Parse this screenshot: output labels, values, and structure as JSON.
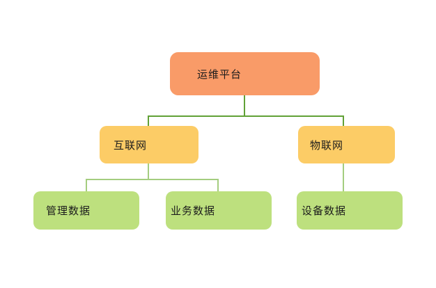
{
  "diagram": {
    "type": "tree",
    "nodes": [
      {
        "id": "platform",
        "label": "运维平台",
        "level": 1,
        "color": "#F99B68"
      },
      {
        "id": "internet",
        "label": "互联网",
        "level": 2,
        "color": "#FCCC66"
      },
      {
        "id": "iot",
        "label": "物联网",
        "level": 2,
        "color": "#FCCC66"
      },
      {
        "id": "mgmt",
        "label": "管理数据",
        "level": 3,
        "color": "#BDE07E"
      },
      {
        "id": "biz",
        "label": "业务数据",
        "level": 3,
        "color": "#BDE07E"
      },
      {
        "id": "device",
        "label": "设备数据",
        "level": 3,
        "color": "#BDE07E"
      }
    ],
    "edges": [
      {
        "from": "platform",
        "to": "internet"
      },
      {
        "from": "platform",
        "to": "iot"
      },
      {
        "from": "internet",
        "to": "mgmt"
      },
      {
        "from": "internet",
        "to": "biz"
      },
      {
        "from": "iot",
        "to": "device"
      }
    ],
    "connector_colors": {
      "level1": "#61A136",
      "level2": "#A4CD7F"
    },
    "background": "#FFFFFF",
    "text_color": "#1C1C1C"
  }
}
